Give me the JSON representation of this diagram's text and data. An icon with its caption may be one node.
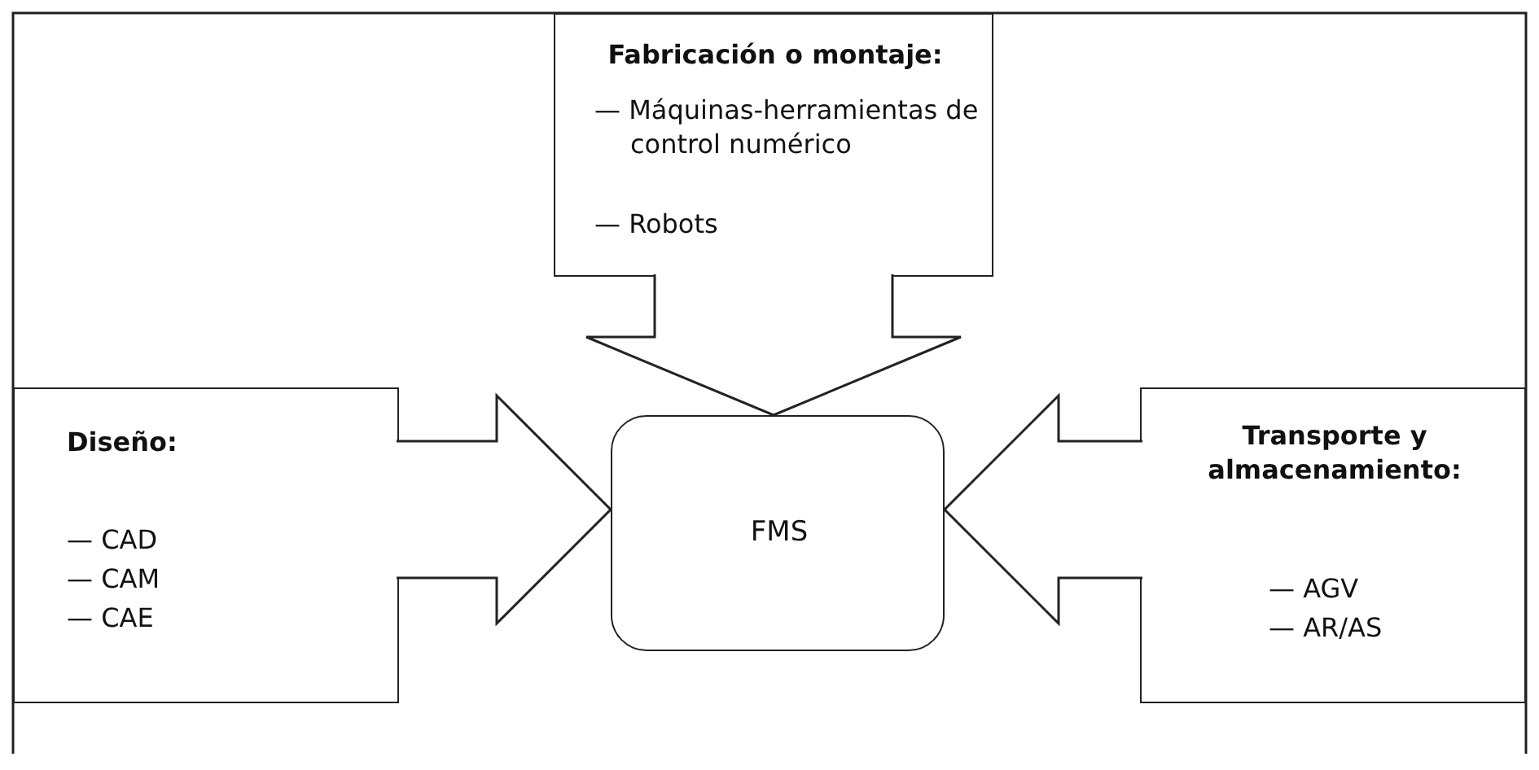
{
  "diagram": {
    "nodes": [
      {
        "text": [
          "Fabricación o montaje:",
          "— Máquinas-herramientas de control numérico",
          "— Robots"
        ]
      },
      {
        "text": [
          "Diseño:",
          "— CAD",
          "— CAM",
          "— CAE"
        ]
      },
      {
        "text": [
          "FMS"
        ]
      },
      {
        "text": [
          "Transporte y almacenamiento:",
          "— AGV",
          "— AR/AS"
        ]
      }
    ],
    "edges": [
      {
        "from": 0,
        "to": 2,
        "arrow": "to"
      },
      {
        "from": 1,
        "to": 2,
        "arrow": "to"
      },
      {
        "from": 3,
        "to": 2,
        "arrow": "to"
      }
    ]
  }
}
